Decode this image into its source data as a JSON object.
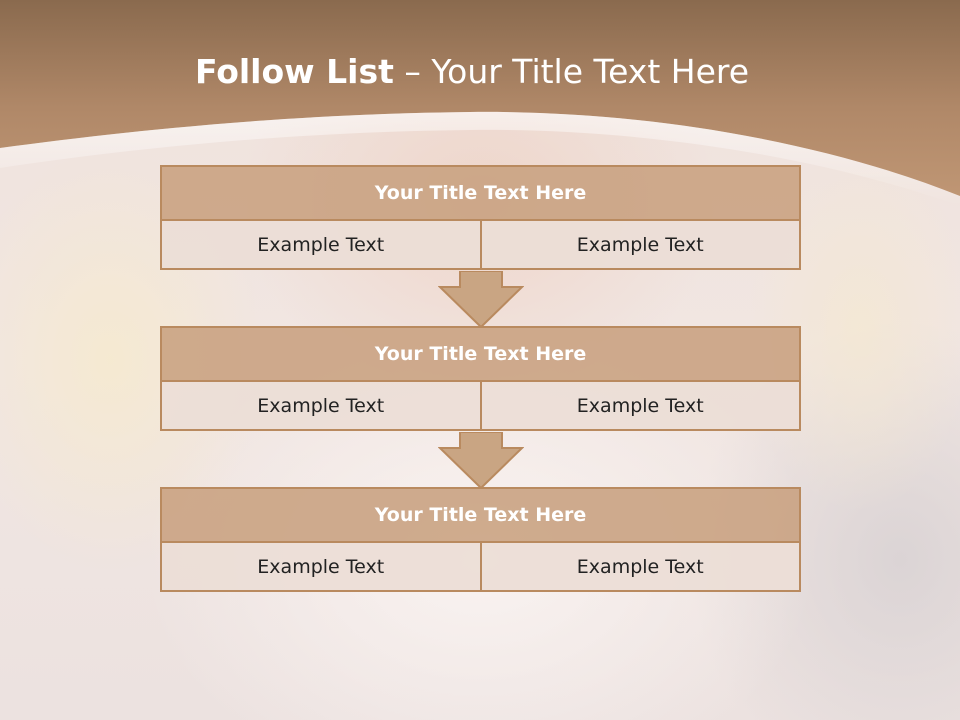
{
  "title": {
    "main": "Follow List",
    "rest": " – Your Title Text Here"
  },
  "blocks": [
    {
      "title": "Your Title Text Here",
      "left": "Example Text",
      "right": "Example Text"
    },
    {
      "title": "Your Title Text Here",
      "left": "Example Text",
      "right": "Example Text"
    },
    {
      "title": "Your Title Text Here",
      "left": "Example Text",
      "right": "Example Text"
    }
  ],
  "colors": {
    "header": "#b08868",
    "block_fill": "#c8a080",
    "block_border": "#b98a5f",
    "cell_fill": "#ecded6",
    "arrow": "#c9a583"
  },
  "icons": {
    "connector": "down-arrow-icon"
  }
}
